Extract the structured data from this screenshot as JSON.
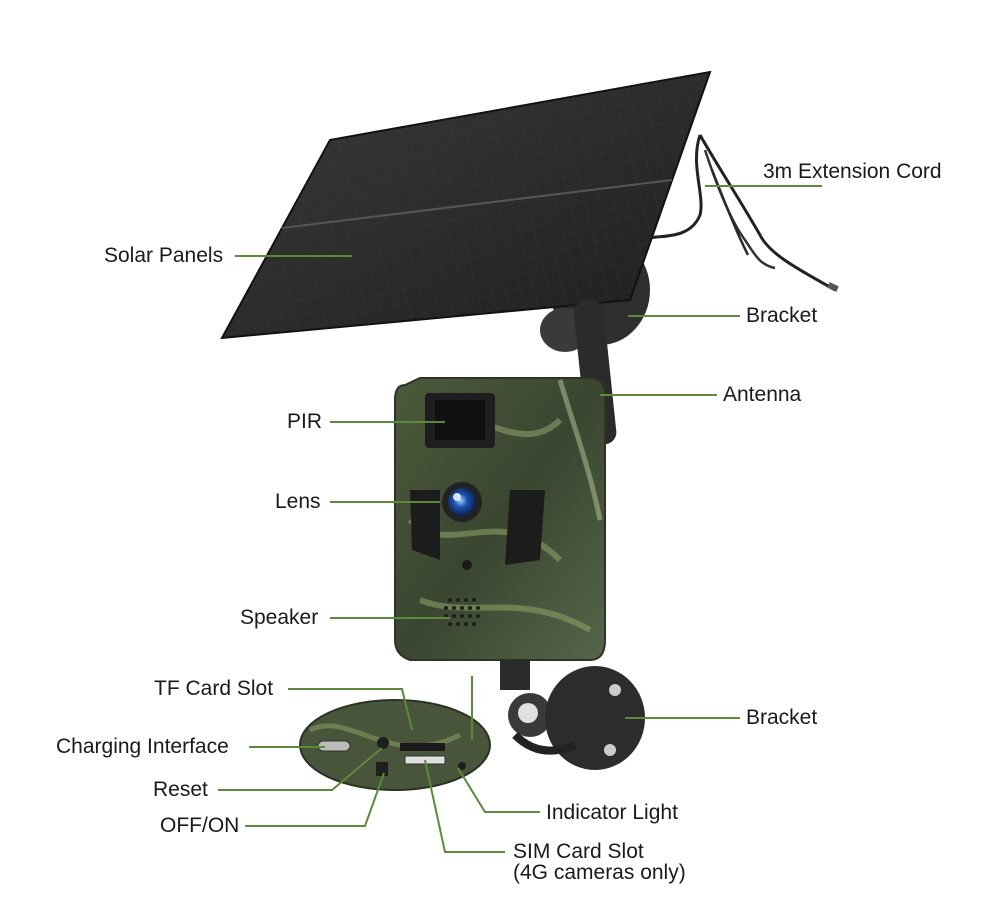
{
  "colors": {
    "leader_line": "#5b8a3a",
    "solar_panel": "#2b2b2b",
    "camo_dark": "#3d4a30",
    "camo_light": "#8fa66a",
    "bracket": "#2f2f2f",
    "label_text": "#1a1a1a"
  },
  "labels": {
    "extension_cord": "3m Extension Cord",
    "solar_panels": "Solar Panels",
    "bracket_top": "Bracket",
    "antenna": "Antenna",
    "pir": "PIR",
    "lens": "Lens",
    "speaker": "Speaker",
    "tf_card_slot": "TF Card Slot",
    "bracket_bottom": "Bracket",
    "charging_interface": "Charging Interface",
    "reset": "Reset",
    "off_on": "OFF/ON",
    "indicator_light": "Indicator Light",
    "sim_card_slot_line1": "SIM Card Slot",
    "sim_card_slot_line2": "(4G cameras only)"
  }
}
